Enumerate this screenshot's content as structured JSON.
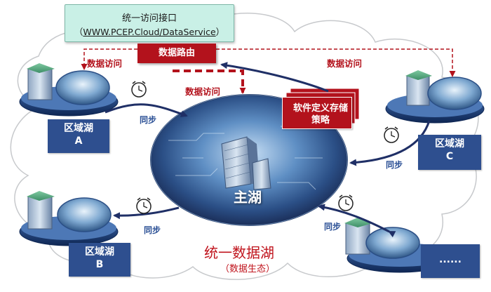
{
  "api": {
    "title": "统一访问接口",
    "open_paren": "（",
    "url": "WWW.PCEP.Cloud/DataService",
    "close_paren": "）"
  },
  "routing": "数据路由",
  "data_access": "数据访问",
  "policy": {
    "line1": "软件定义存储",
    "line2": "策略"
  },
  "main_lake": "主湖",
  "sync": "同步",
  "regions": [
    {
      "line1": "区域湖",
      "line2": "A"
    },
    {
      "line1": "区域湖",
      "line2": "B"
    },
    {
      "line1": "区域湖",
      "line2": "C"
    },
    {
      "line1": "......",
      "line2": ""
    }
  ],
  "unified": {
    "title": "统一数据湖",
    "subtitle": "（数据生态）"
  },
  "colors": {
    "accent_red": "#b3121c",
    "label_blue": "#2e4f8f",
    "arrow_navy": "#1f2f66"
  },
  "icons": [
    "clock-icon",
    "server-building-icon",
    "disk-icon"
  ]
}
